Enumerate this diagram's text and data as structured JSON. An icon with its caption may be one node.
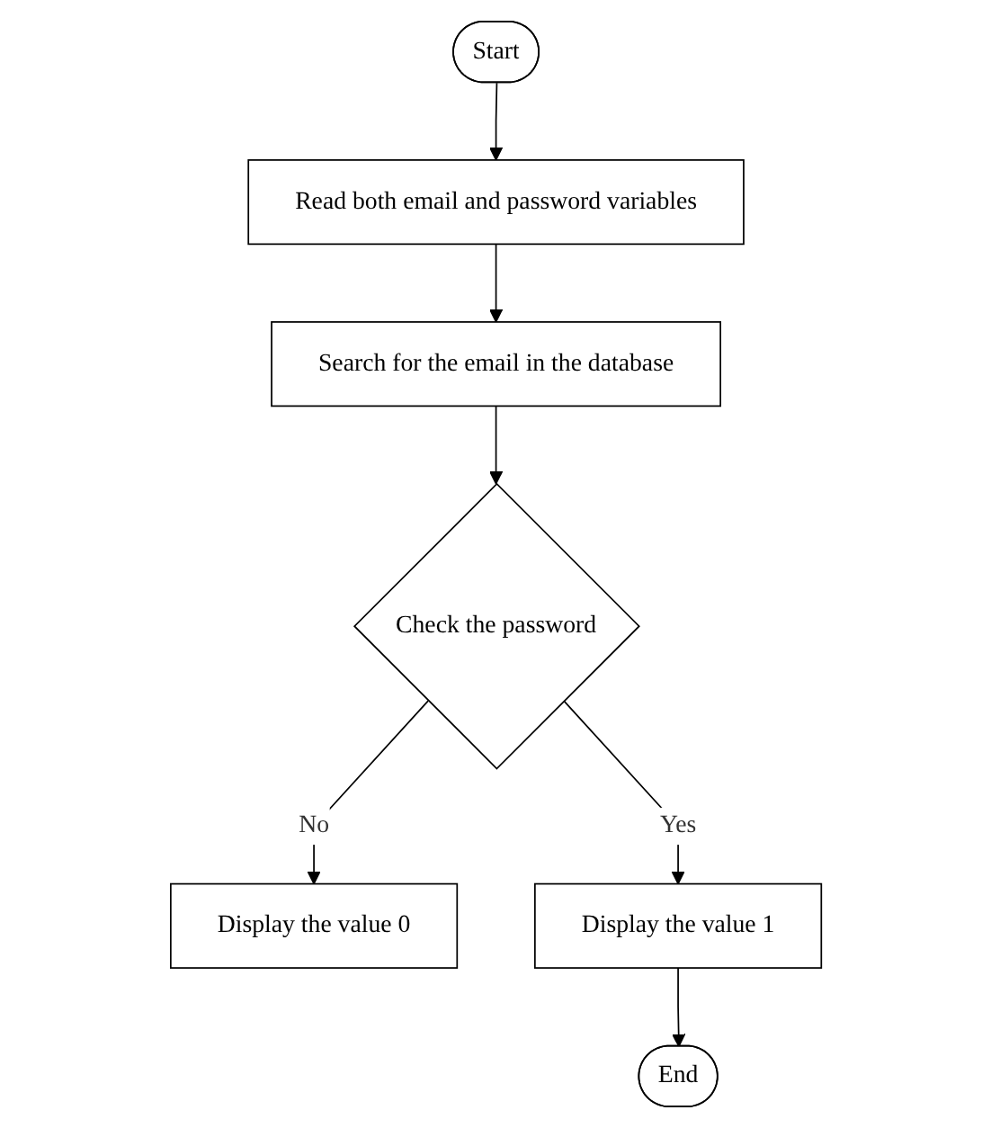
{
  "diagram": {
    "nodes": [
      {
        "text": [
          "Start"
        ]
      },
      {
        "text": [
          "Read both email and password variables"
        ]
      },
      {
        "text": [
          "Search for the email in the database"
        ]
      },
      {
        "text": [
          "Check the password"
        ]
      },
      {
        "text": [
          "Display the value 0"
        ]
      },
      {
        "text": [
          "Display the value 1"
        ]
      },
      {
        "text": [
          "End"
        ]
      }
    ],
    "edges": [
      {
        "from": 0,
        "to": 1,
        "arrow": "to"
      },
      {
        "from": 1,
        "to": 2,
        "arrow": "to"
      },
      {
        "from": 2,
        "to": 3,
        "arrow": "to"
      },
      {
        "from": 3,
        "to": 4,
        "arrow": "to",
        "label": "No"
      },
      {
        "from": 3,
        "to": 5,
        "arrow": "to",
        "label": "Yes"
      },
      {
        "from": 5,
        "to": 6,
        "arrow": "to"
      }
    ]
  }
}
